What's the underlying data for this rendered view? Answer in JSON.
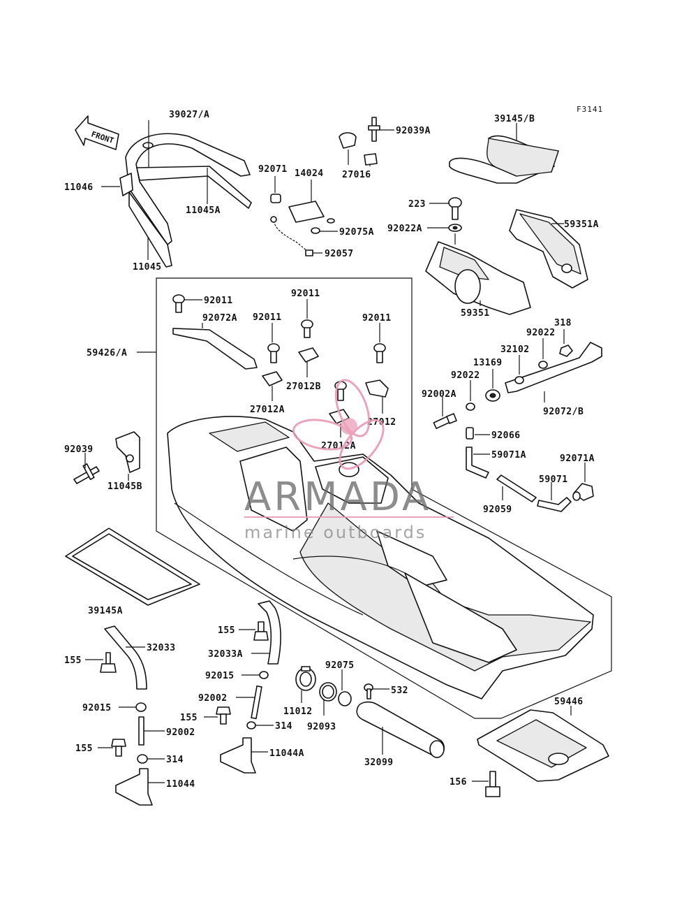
{
  "figure_ref": "F3141",
  "front_label": "FRONT",
  "watermark": {
    "name": "ARMADA",
    "tagline": "marine outboards",
    "color": "#e89ab4"
  },
  "labels": {
    "l39027A": "39027/A",
    "l11046": "11046",
    "l11045A": "11045A",
    "l11045": "11045",
    "l92071": "92071",
    "l14024": "14024",
    "l27016": "27016",
    "l92039A": "92039A",
    "l92075A": "92075A",
    "l92057": "92057",
    "l39145B": "39145/B",
    "l223": "223",
    "l92022A": "92022A",
    "l59351A": "59351A",
    "l59351": "59351",
    "l92011a": "92011",
    "l92072A": "92072A",
    "l92011b": "92011",
    "l92011c": "92011",
    "l92011d": "92011",
    "l59426A": "59426/A",
    "l27012B": "27012B",
    "l27012A1": "27012A",
    "l27012": "27012",
    "l27012A2": "27012A",
    "l318": "318",
    "l92022b": "92022",
    "l32102": "32102",
    "l13169": "13169",
    "l92022c": "92022",
    "l92002A": "92002A",
    "l92072B": "92072/B",
    "l92066": "92066",
    "l59071A": "59071A",
    "l92071A": "92071A",
    "l59071": "59071",
    "l92059": "92059",
    "l92039": "92039",
    "l11045B": "11045B",
    "l39145A": "39145A",
    "l32033": "32033",
    "l155a": "155",
    "l155b": "155",
    "l32033A": "32033A",
    "l92015a": "92015",
    "l92015b": "92015",
    "l92002a": "92002",
    "l92002b": "92002",
    "l155c": "155",
    "l155d": "155",
    "l314a": "314",
    "l314b": "314",
    "l11044A": "11044A",
    "l11044": "11044",
    "l11012": "11012",
    "l92075": "92075",
    "l92093": "92093",
    "l532": "532",
    "l32099": "32099",
    "l59446": "59446",
    "l156": "156"
  }
}
